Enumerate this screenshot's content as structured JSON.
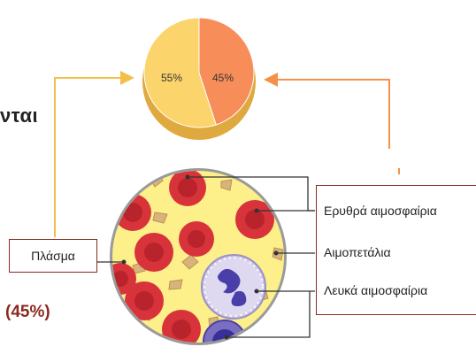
{
  "fragment_heading": "νται",
  "percentage_note": "(45%)",
  "plasma_label": "Πλάσμα",
  "legend": {
    "red_cells": "Ερυθρά αιμοσφαίρια",
    "platelets": "Αιμοπετάλια",
    "white_cells": "Λευκά αιμοσφαίρια"
  },
  "chart_data": {
    "type": "pie",
    "categories": [
      "55%",
      "45%"
    ],
    "values": [
      55,
      45
    ],
    "colors": [
      "#fbd46b",
      "#f78e5a"
    ],
    "title": ""
  },
  "colors": {
    "plasma_yellow": "#fbd46b",
    "cells_orange": "#f78e5a",
    "arrow_orange": "#f5a04a",
    "border_dark_red": "#8b2a1e",
    "blood_fill": "#fdf08a",
    "red_cell": "#d8333a"
  }
}
